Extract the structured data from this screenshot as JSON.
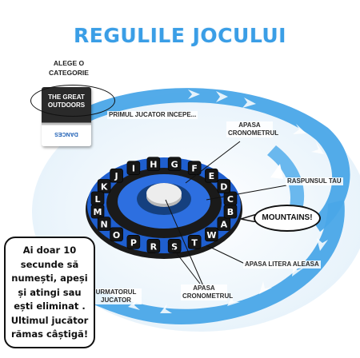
{
  "title": "REGULILE JOCULUI",
  "category": {
    "label": "ALEGE O CATEGORIE",
    "card_top": "THE GREAT OUTDOORS",
    "card_bottom": "DANCES"
  },
  "steps": {
    "first_player": "PRIMUL JUCATOR INCEPE...",
    "press_timer_1": "APASA CRONOMETRUL",
    "answer": "RASPUNSUL TAU",
    "press_letter": "APASA LITERA ALEASA",
    "press_timer_2": "APASA CRONOMETRUL",
    "next_player": "URMATORUL JUCATOR"
  },
  "answer_bubble": "MOUNTAINS!",
  "rule_text": "Ai doar 10 secunde să numești, apeși și atingi sau ești eliminat . Ultimul jucător rămas câștigă!",
  "device": {
    "letters": [
      "R",
      "S",
      "T",
      "W",
      "A",
      "B",
      "C",
      "D",
      "E",
      "F",
      "G",
      "H",
      "I",
      "J",
      "K",
      "L",
      "M",
      "N",
      "O",
      "P"
    ]
  },
  "colors": {
    "accent": "#3a9ee6",
    "swirl": "#4aa6e8",
    "device_blue": "#1f5fcf",
    "key_black": "#1a1a1a"
  }
}
